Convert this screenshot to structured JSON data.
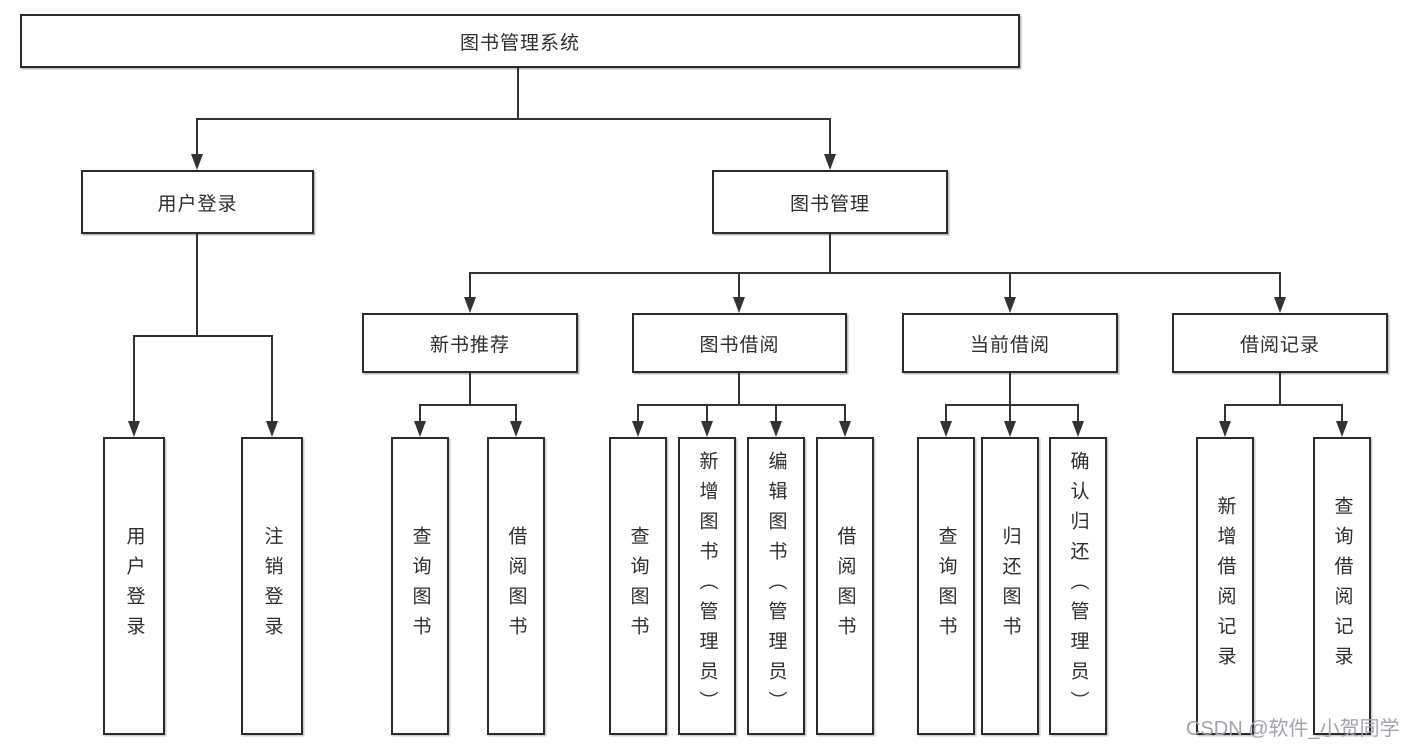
{
  "diagram": {
    "root": {
      "label": "图书管理系统"
    },
    "branches": [
      {
        "label": "用户登录",
        "children": [
          {
            "label": "用户登录"
          },
          {
            "label": "注销登录"
          }
        ]
      },
      {
        "label": "图书管理",
        "children": [
          {
            "label": "新书推荐",
            "children": [
              {
                "label": "查询图书"
              },
              {
                "label": "借阅图书"
              }
            ]
          },
          {
            "label": "图书借阅",
            "children": [
              {
                "label": "查询图书"
              },
              {
                "label": "新增图书（管理员）"
              },
              {
                "label": "编辑图书（管理员）"
              },
              {
                "label": "借阅图书"
              }
            ]
          },
          {
            "label": "当前借阅",
            "children": [
              {
                "label": "查询图书"
              },
              {
                "label": "归还图书"
              },
              {
                "label": "确认归还（管理员）"
              }
            ]
          },
          {
            "label": "借阅记录",
            "children": [
              {
                "label": "新增借阅记录"
              },
              {
                "label": "查询借阅记录"
              }
            ]
          }
        ]
      }
    ]
  },
  "watermark": {
    "text": "CSDN @软件_小贺同学"
  },
  "colors": {
    "line": "#333333",
    "box_border": "#2b2b2b",
    "text": "#2e2e2e",
    "watermark": "#a3a3ab",
    "background": "#ffffff"
  }
}
